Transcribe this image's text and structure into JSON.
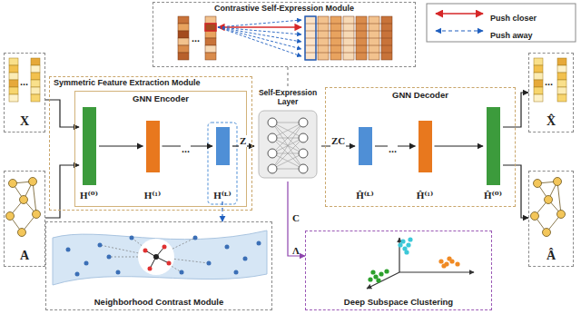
{
  "diagram": {
    "nodes": [
      {
        "text": [
          "Contrastive Self-Expression Module"
        ]
      },
      {
        "text": [
          "X"
        ]
      },
      {
        "text": [
          "A"
        ]
      },
      {
        "text": [
          "Symmetric Feature Extraction Module"
        ]
      },
      {
        "text": [
          "GNN Encoder"
        ],
        "in": 3
      },
      {
        "text": [
          "H⁽⁰⁾"
        ],
        "in": 4
      },
      {
        "text": [
          "H⁽¹⁾"
        ],
        "in": 4
      },
      {
        "text": [
          "H⁽ᴸ⁾"
        ],
        "in": 4
      },
      {
        "text": [
          "Self-Expression Layer"
        ]
      },
      {
        "text": [
          "GNN Decoder"
        ]
      },
      {
        "text": [
          "Ĥ⁽ᴸ⁾"
        ],
        "in": 9
      },
      {
        "text": [
          "Ĥ⁽¹⁾"
        ],
        "in": 9
      },
      {
        "text": [
          "Ĥ⁽⁰⁾"
        ],
        "in": 9
      },
      {
        "text": [
          "X̂"
        ]
      },
      {
        "text": [
          "Â"
        ]
      },
      {
        "text": [
          "Neighborhood Contrast Module"
        ]
      },
      {
        "text": [
          "Deep Subspace Clustering"
        ]
      }
    ],
    "edges": [
      {
        "from": 1,
        "to": 5,
        "arrow": "to"
      },
      {
        "from": 2,
        "to": 5,
        "arrow": "to"
      },
      {
        "from": 5,
        "to": 6,
        "arrow": "to"
      },
      {
        "from": 6,
        "to": 7,
        "arrow": "to"
      },
      {
        "from": 7,
        "to": 8,
        "arrow": "to",
        "label": "Z"
      },
      {
        "from": 8,
        "to": 10,
        "arrow": "to",
        "label": "ZC"
      },
      {
        "from": 10,
        "to": 11,
        "arrow": "to"
      },
      {
        "from": 11,
        "to": 12,
        "arrow": "to"
      },
      {
        "from": 12,
        "to": 13,
        "arrow": "to"
      },
      {
        "from": 12,
        "to": 14,
        "arrow": "to"
      },
      {
        "from": 7,
        "to": 15,
        "arrow": "to"
      },
      {
        "from": 8,
        "to": 16,
        "arrow": "to",
        "label": "C"
      },
      {
        "from": 0,
        "to": 8,
        "arrow": "none"
      }
    ],
    "labels": [
      "...",
      "...",
      "...",
      "...",
      "...",
      "Λ"
    ],
    "legend": [
      {
        "text": "Push closer"
      },
      {
        "text": "Push away"
      }
    ]
  }
}
